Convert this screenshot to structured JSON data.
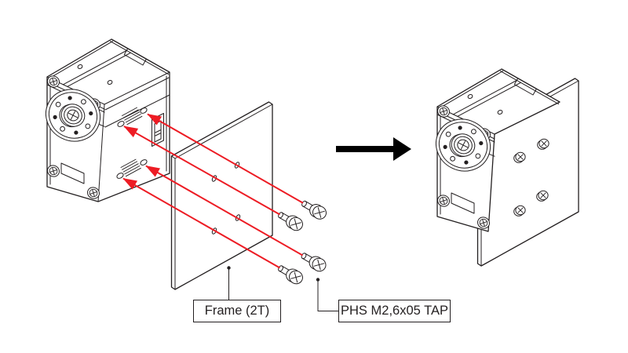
{
  "annotations": {
    "frame_label": "Frame (2T)",
    "screw_label": "PHS M2,6x05 TAP"
  },
  "colors": {
    "line": "#231F20",
    "red": "#ED1C24",
    "black_arrow": "#000000",
    "background": "#FFFFFF"
  },
  "scene": {
    "left_figure": "servo-actuator-with-frame-plate-exploded-view",
    "right_figure": "servo-actuator-with-frame-plate-assembled-view",
    "mounting_screw_count": 4,
    "red_assembly_arrow_count": 4
  }
}
